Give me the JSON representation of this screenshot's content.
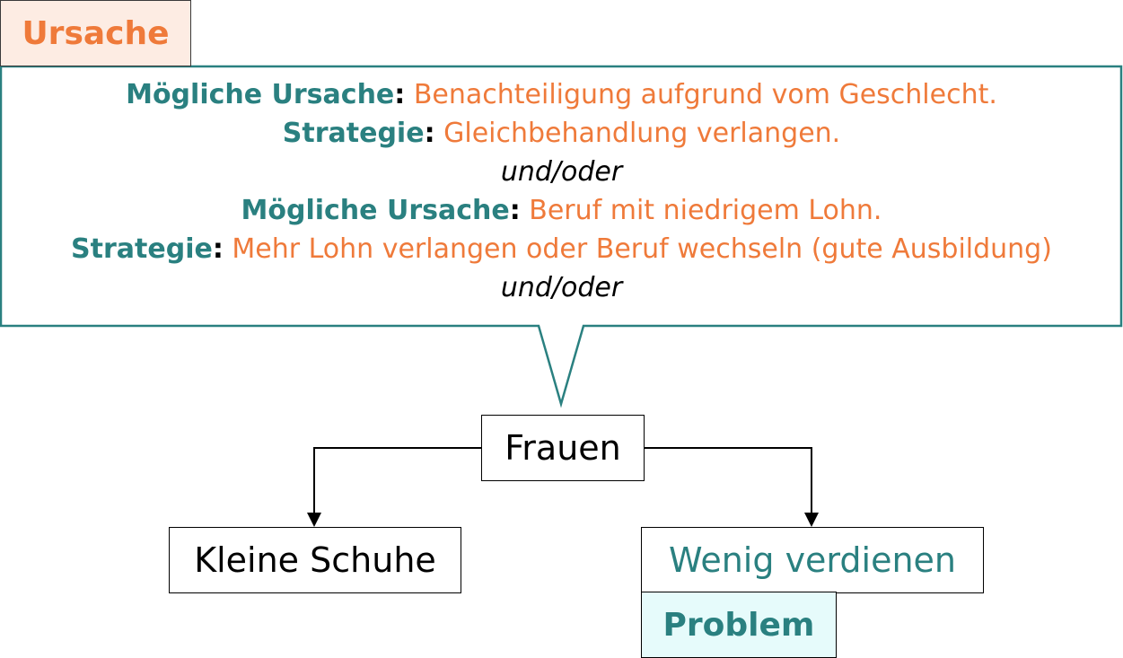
{
  "colors": {
    "teal": "#2a8080",
    "orange": "#ef7a3a",
    "tag_fill": "#fdece3",
    "problem_fill": "#e6fbfb"
  },
  "tag": {
    "label": "Ursache"
  },
  "bubble": {
    "lines": [
      {
        "label": "Mögliche Ursache",
        "colon": ":",
        "text": "Benachteiligung aufgrund vom Geschlecht."
      },
      {
        "label": "Strategie",
        "colon": ":",
        "text": "Gleichbehandlung verlangen."
      },
      {
        "italic": "und/oder"
      },
      {
        "label": "Mögliche Ursache",
        "colon": ":",
        "text": "Beruf mit niedrigem Lohn."
      },
      {
        "label": "Strategie",
        "colon": ":",
        "text": "Mehr Lohn verlangen oder Beruf wechseln (gute Ausbildung)"
      },
      {
        "italic": "und/oder"
      }
    ]
  },
  "nodes": {
    "root": "Frauen",
    "left": "Kleine Schuhe",
    "right": "Wenig verdienen",
    "problem_tag": "Problem"
  }
}
